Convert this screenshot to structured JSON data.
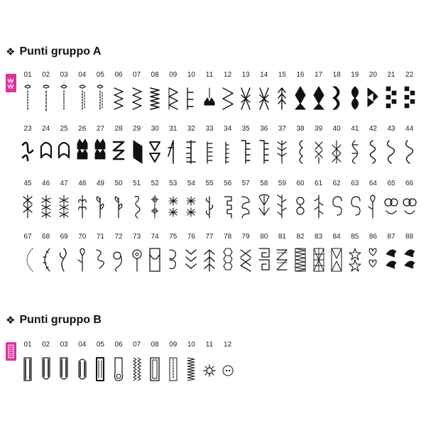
{
  "group_a": {
    "title": "Punti gruppo A",
    "rows": [
      [
        "01",
        "02",
        "03",
        "04",
        "05",
        "06",
        "07",
        "08",
        "09",
        "10",
        "11",
        "12",
        "13",
        "14",
        "15",
        "16",
        "17",
        "18",
        "19",
        "20",
        "21",
        "22"
      ],
      [
        "23",
        "24",
        "25",
        "26",
        "27",
        "28",
        "29",
        "30",
        "31",
        "32",
        "33",
        "34",
        "35",
        "36",
        "37",
        "38",
        "39",
        "40",
        "41",
        "42",
        "43",
        "44"
      ],
      [
        "45",
        "46",
        "47",
        "48",
        "49",
        "50",
        "51",
        "52",
        "53",
        "54",
        "55",
        "56",
        "57",
        "58",
        "59",
        "60",
        "61",
        "62",
        "63",
        "64",
        "65",
        "66"
      ],
      [
        "67",
        "68",
        "69",
        "70",
        "71",
        "72",
        "73",
        "74",
        "75",
        "76",
        "77",
        "78",
        "79",
        "80",
        "81",
        "82",
        "83",
        "84",
        "85",
        "86",
        "87",
        "88"
      ]
    ]
  },
  "group_b": {
    "title": "Punti gruppo B",
    "numbers": [
      "01",
      "02",
      "03",
      "04",
      "05",
      "06",
      "07",
      "08",
      "09",
      "10",
      "11",
      "12"
    ]
  },
  "colors": {
    "badge": "#e0309a",
    "ink": "#111111"
  },
  "icons": {
    "section_marker": "four-diamond-icon",
    "badge": "stitch-group-badge-icon"
  }
}
